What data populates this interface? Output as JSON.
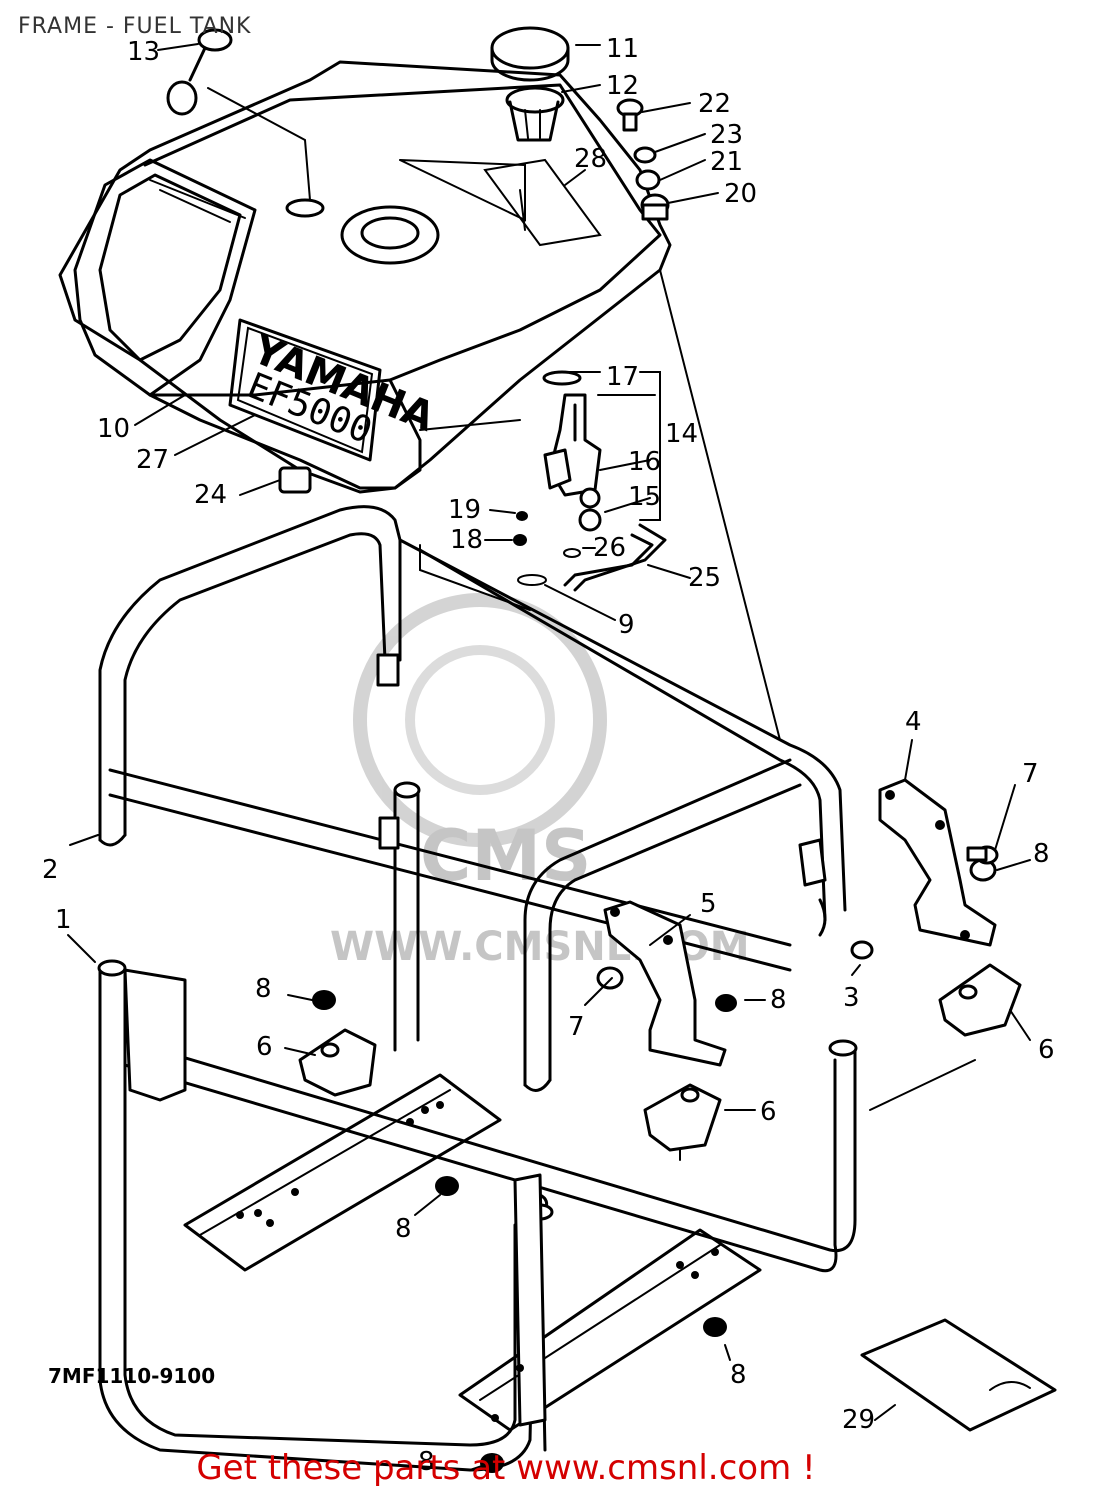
{
  "title": "FRAME - FUEL TANK",
  "tank_brand": "YAMAHA",
  "tank_model": "EF5000",
  "diagram_code": "7MF1110-9100",
  "watermark": {
    "logo_text": "CMS",
    "url": "WWW.CMSNL.COM"
  },
  "footer": "Get these parts at www.cmsnl.com !",
  "callouts": {
    "c1": "1",
    "c2": "2",
    "c3": "3",
    "c4": "4",
    "c5": "5",
    "c6a": "6",
    "c6b": "6",
    "c6c": "6",
    "c7a": "7",
    "c7b": "7",
    "c8a": "8",
    "c8b": "8",
    "c8c": "8",
    "c8d": "8",
    "c8e": "8",
    "c8f": "8",
    "c9": "9",
    "c10": "10",
    "c11": "11",
    "c12": "12",
    "c13": "13",
    "c14": "14",
    "c15": "15",
    "c16": "16",
    "c17": "17",
    "c18": "18",
    "c19": "19",
    "c20": "20",
    "c21": "21",
    "c22": "22",
    "c23": "23",
    "c24": "24",
    "c25": "25",
    "c26": "26",
    "c27": "27",
    "c28": "28",
    "c29": "29"
  }
}
